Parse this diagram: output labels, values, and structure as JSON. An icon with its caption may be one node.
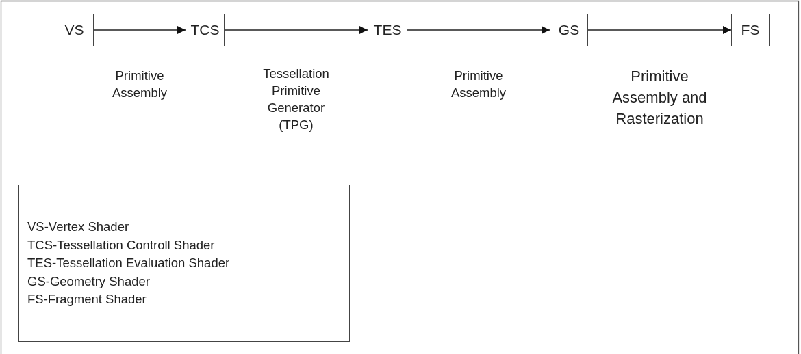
{
  "diagram": {
    "nodes": [
      {
        "text": [
          "VS"
        ]
      },
      {
        "text": [
          "TCS"
        ]
      },
      {
        "text": [
          "TES"
        ]
      },
      {
        "text": [
          "GS"
        ]
      },
      {
        "text": [
          "FS"
        ]
      },
      {
        "text": [
          "VS-Vertex Shader",
          "TCS-Tessellation Controll Shader",
          "TES-Tessellation Evaluation Shader",
          "GS-Geometry Shader",
          "FS-Fragment Shader"
        ]
      }
    ],
    "edges": [
      {
        "from": 0,
        "to": 1,
        "arrow": "to",
        "label": "Primitive Assembly"
      },
      {
        "from": 1,
        "to": 2,
        "arrow": "to",
        "label": "Tessellation Primitive Generator (TPG)"
      },
      {
        "from": 2,
        "to": 3,
        "arrow": "to",
        "label": "Primitive Assembly"
      },
      {
        "from": 3,
        "to": 4,
        "arrow": "to",
        "label": "Primitive Assembly and Rasterization"
      }
    ]
  }
}
